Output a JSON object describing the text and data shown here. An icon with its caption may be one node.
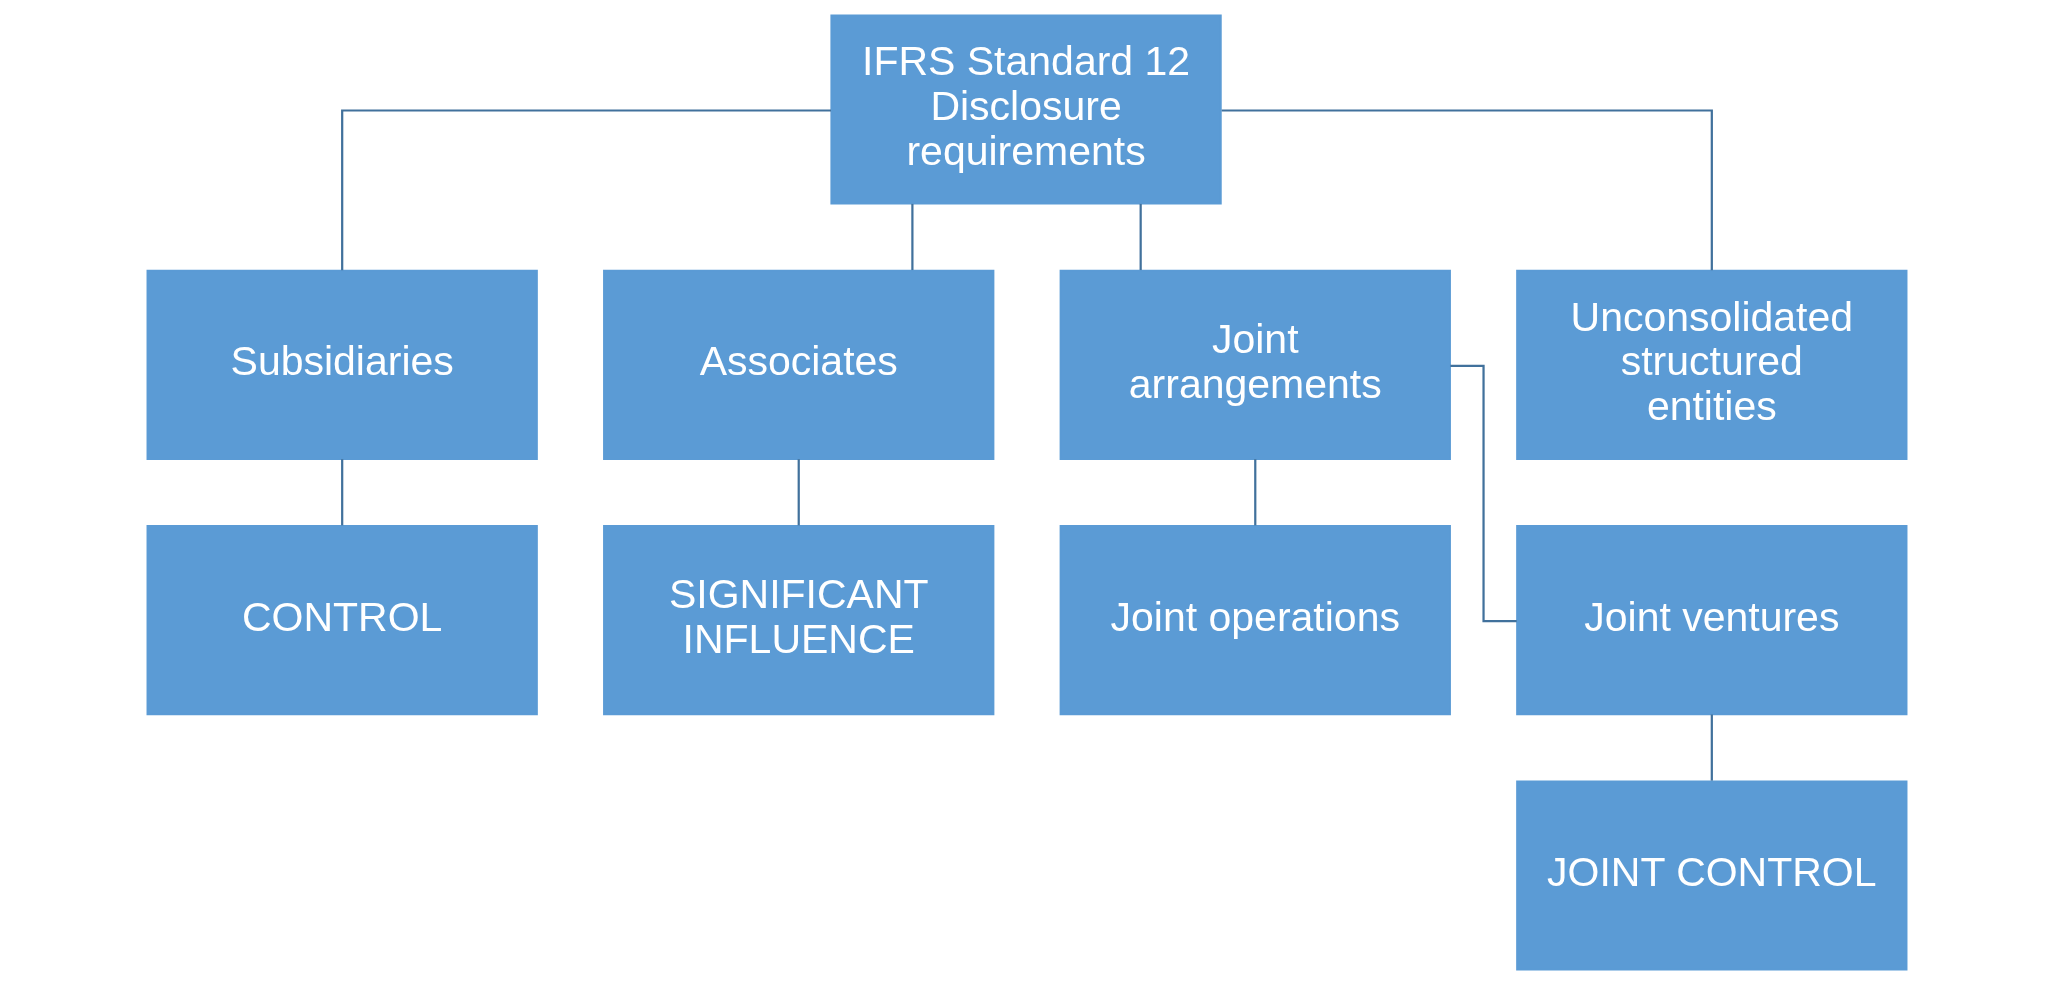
{
  "diagram": {
    "nodes": [
      {
        "text": [
          "IFRS Standard 12 Disclosure requirements"
        ]
      },
      {
        "text": [
          "Subsidiaries"
        ]
      },
      {
        "text": [
          "Associates"
        ]
      },
      {
        "text": [
          "Joint arrangements"
        ]
      },
      {
        "text": [
          "Unconsolidated structured entities"
        ]
      },
      {
        "text": [
          "CONTROL"
        ]
      },
      {
        "text": [
          "SIGNIFICANT INFLUENCE"
        ]
      },
      {
        "text": [
          "Joint operations"
        ]
      },
      {
        "text": [
          "Joint ventures"
        ]
      },
      {
        "text": [
          "JOINT CONTROL"
        ]
      }
    ],
    "edges": [
      {
        "from": 0,
        "to": 1,
        "arrow": "none"
      },
      {
        "from": 0,
        "to": 2,
        "arrow": "none"
      },
      {
        "from": 0,
        "to": 3,
        "arrow": "none"
      },
      {
        "from": 0,
        "to": 4,
        "arrow": "none"
      },
      {
        "from": 1,
        "to": 5,
        "arrow": "none"
      },
      {
        "from": 2,
        "to": 6,
        "arrow": "none"
      },
      {
        "from": 3,
        "to": 7,
        "arrow": "none"
      },
      {
        "from": 3,
        "to": 8,
        "arrow": "none"
      },
      {
        "from": 8,
        "to": 9,
        "arrow": "none"
      }
    ]
  }
}
